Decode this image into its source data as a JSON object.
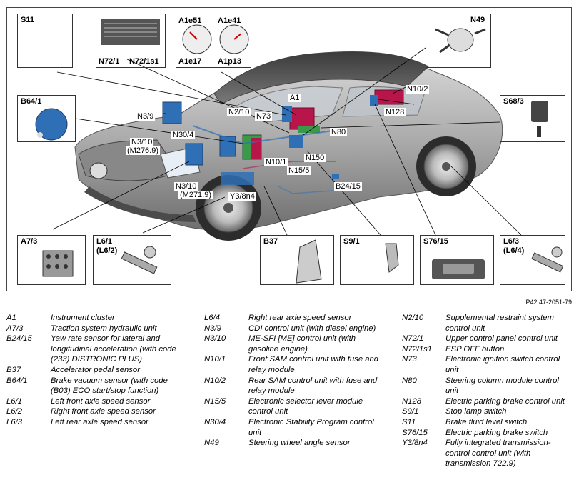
{
  "figure_code": "P42.47-2051-79",
  "inset_boxes": {
    "s11": {
      "title": "S11"
    },
    "n72": {
      "left_label": "N72/1",
      "right_label": "N72/1s1"
    },
    "a1e": {
      "tl": "A1e51",
      "tr": "A1e41",
      "bl": "A1e17",
      "br": "A1p13"
    },
    "n49": {
      "title": "N49"
    },
    "b64": {
      "title": "B64/1"
    },
    "s68": {
      "title": "S68/3"
    },
    "a7": {
      "title": "A7/3"
    },
    "l61": {
      "title": "L6/1",
      "sub": "(L6/2)"
    },
    "b37": {
      "title": "B37"
    },
    "s91": {
      "title": "S9/1"
    },
    "s7615": {
      "title": "S76/15"
    },
    "l63": {
      "title": "L6/3",
      "sub": "(L6/4)"
    }
  },
  "callouts": {
    "a1": "A1",
    "n102": "N10/2",
    "n210": "N2/10",
    "n73": "N73",
    "n39": "N3/9",
    "n128": "N128",
    "n304": "N30/4",
    "n80": "N80",
    "n310a": "N3/10",
    "n310a_sub": "(M276.9)",
    "n101": "N10/1",
    "n150": "N150",
    "n155": "N15/5",
    "b2415": "B24/15",
    "n310b": "N3/10",
    "n310b_sub": "(M271.9)",
    "y38n4": "Y3/8n4"
  },
  "legend": {
    "col1": [
      {
        "code": "A1",
        "desc": "Instrument cluster"
      },
      {
        "code": "A7/3",
        "desc": "Traction system hydraulic unit"
      },
      {
        "code": "B24/15",
        "desc": "Yaw rate sensor for lateral and longitudinal acceleration (with code (233) DISTRONIC PLUS)"
      },
      {
        "code": "B37",
        "desc": "Accelerator pedal sensor"
      },
      {
        "code": "B64/1",
        "desc": "Brake vacuum sensor (with code (B03) ECO start/stop function)"
      },
      {
        "code": "L6/1",
        "desc": "Left front axle speed sensor"
      },
      {
        "code": "L6/2",
        "desc": "Right front axle speed sensor"
      },
      {
        "code": "L6/3",
        "desc": "Left rear axle speed sensor"
      }
    ],
    "col2": [
      {
        "code": "L6/4",
        "desc": "Right rear axle speed sensor"
      },
      {
        "code": "N3/9",
        "desc": "CDI control unit (with diesel engine)"
      },
      {
        "code": "N3/10",
        "desc": "ME-SFI [ME] control unit (with gasoline engine)"
      },
      {
        "code": "N10/1",
        "desc": "Front SAM control unit with fuse and relay module"
      },
      {
        "code": "N10/2",
        "desc": "Rear SAM control unit with fuse and relay module"
      },
      {
        "code": "N15/5",
        "desc": "Electronic selector lever module control unit"
      },
      {
        "code": "N30/4",
        "desc": "Electronic Stability Program control unit"
      },
      {
        "code": "N49",
        "desc": "Steering wheel angle sensor"
      }
    ],
    "col3": [
      {
        "code": "N2/10",
        "desc": "Supplemental restraint system control unit"
      },
      {
        "code": "N72/1",
        "desc": "Upper control panel control unit"
      },
      {
        "code": "N72/1s1",
        "desc": "ESP OFF button"
      },
      {
        "code": "N73",
        "desc": "Electronic ignition switch control unit"
      },
      {
        "code": "N80",
        "desc": "Steering column module control unit"
      },
      {
        "code": "N128",
        "desc": "Electric parking brake control unit"
      },
      {
        "code": "S9/1",
        "desc": "Stop lamp switch"
      },
      {
        "code": "S11",
        "desc": "Brake fluid level switch"
      },
      {
        "code": "S76/15",
        "desc": "Electric parking brake switch"
      },
      {
        "code": "Y3/8n4",
        "desc": "Fully integrated transmission-control control unit (with transmission 722.9)"
      }
    ]
  }
}
